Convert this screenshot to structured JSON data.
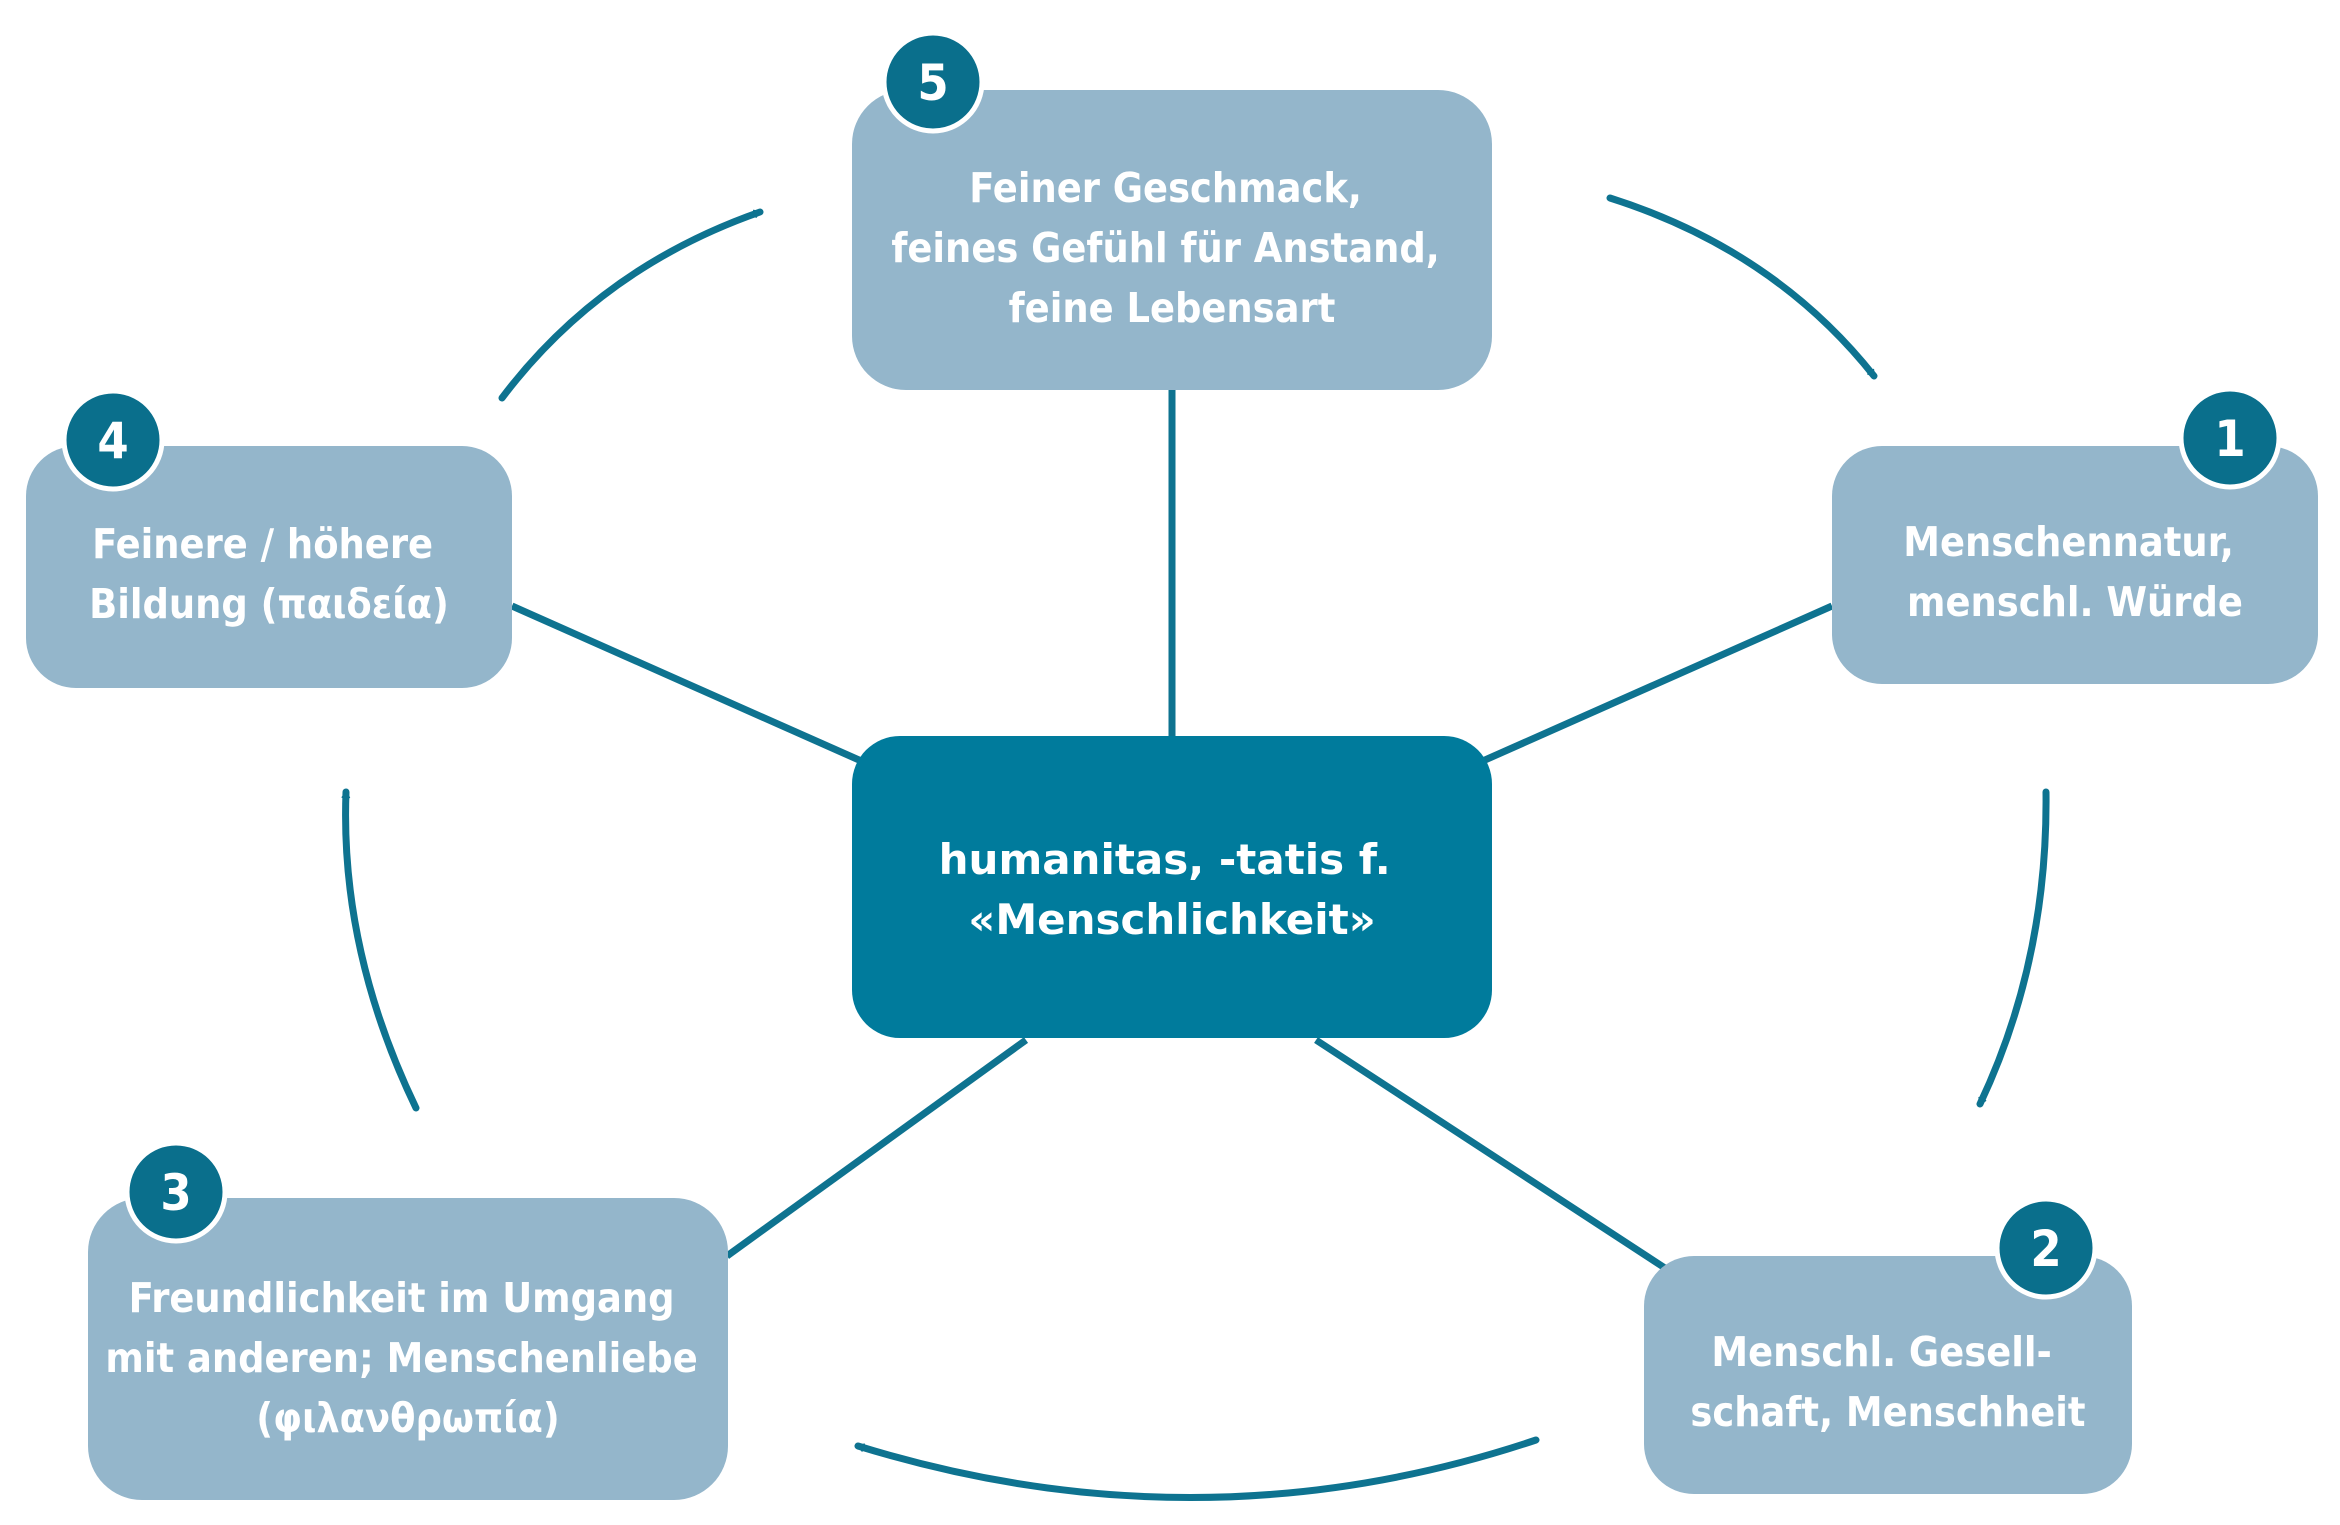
{
  "center": {
    "lines": [
      "humanitas, -tatis f.",
      "«Menschlichkeit»"
    ]
  },
  "nodes": [
    {
      "number": "1",
      "lines": [
        "Menschennatur,",
        "menschl. Würde"
      ]
    },
    {
      "number": "2",
      "lines": [
        "Menschl. Gesell-",
        "schaft, Menschheit"
      ]
    },
    {
      "number": "3",
      "lines": [
        "Freundlichkeit im Umgang",
        "mit anderen; Menschenliebe",
        "(φιλανθρωπία)"
      ]
    },
    {
      "number": "4",
      "lines": [
        "Feinere / höhere",
        "Bildung (παιδεία)"
      ]
    },
    {
      "number": "5",
      "lines": [
        "Feiner Geschmack,",
        "feines Gefühl für Anstand,",
        "feine Lebensart"
      ]
    }
  ],
  "colors": {
    "node_fill": "#94b6cb",
    "center_fill": "#007b9c",
    "accent": "#0e7390"
  }
}
